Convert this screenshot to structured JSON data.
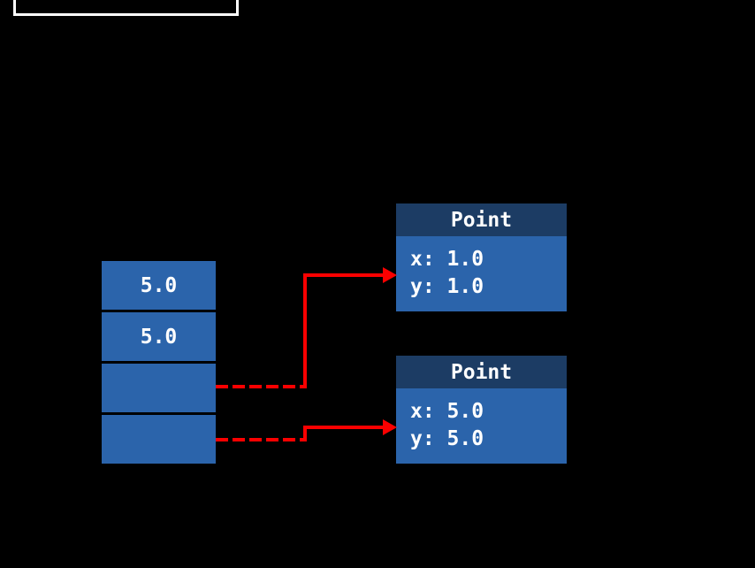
{
  "colors": {
    "background": "#000000",
    "cell_blue": "#2B64AB",
    "header_navy": "#1C3C64",
    "arrow_red": "#FB0000",
    "text_white": "#FFFFFF",
    "outline_white": "#FFFFFF"
  },
  "stack": {
    "cells": [
      {
        "value": "5.0"
      },
      {
        "value": "5.0"
      },
      {
        "value": ""
      },
      {
        "value": ""
      }
    ]
  },
  "objects": [
    {
      "class_name": "Point",
      "fields": [
        "x: 1.0",
        "y: 1.0"
      ]
    },
    {
      "class_name": "Point",
      "fields": [
        "x: 5.0",
        "y: 5.0"
      ]
    }
  ]
}
